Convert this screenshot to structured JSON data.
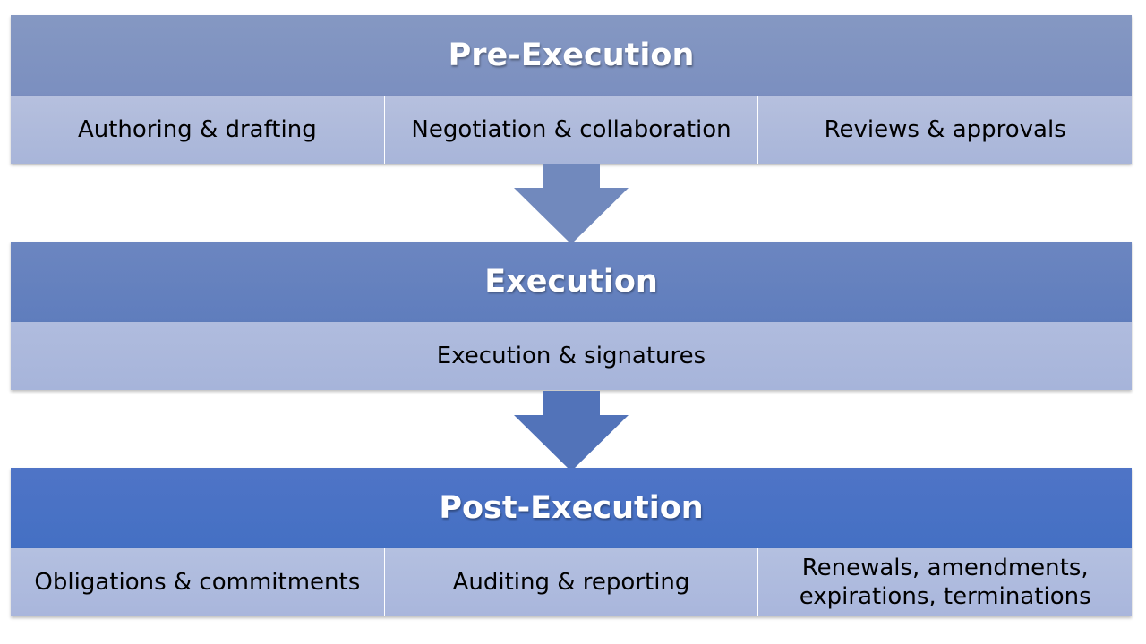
{
  "stages": [
    {
      "title": "Pre-Execution",
      "items": [
        "Authoring & drafting",
        "Negotiation & collaboration",
        "Reviews & approvals"
      ]
    },
    {
      "title": "Execution",
      "items": [
        "Execution & signatures"
      ]
    },
    {
      "title": "Post-Execution",
      "items": [
        "Obligations & commitments",
        "Auditing & reporting",
        "Renewals, amendments, expirations, terminations"
      ]
    }
  ],
  "colors": {
    "pre_header": "#8094c1",
    "exec_header": "#6580bf",
    "post_header": "#4a72c5",
    "item_fill": "#adb9db",
    "arrow_1": "#7189bd",
    "arrow_2": "#5273b9"
  }
}
